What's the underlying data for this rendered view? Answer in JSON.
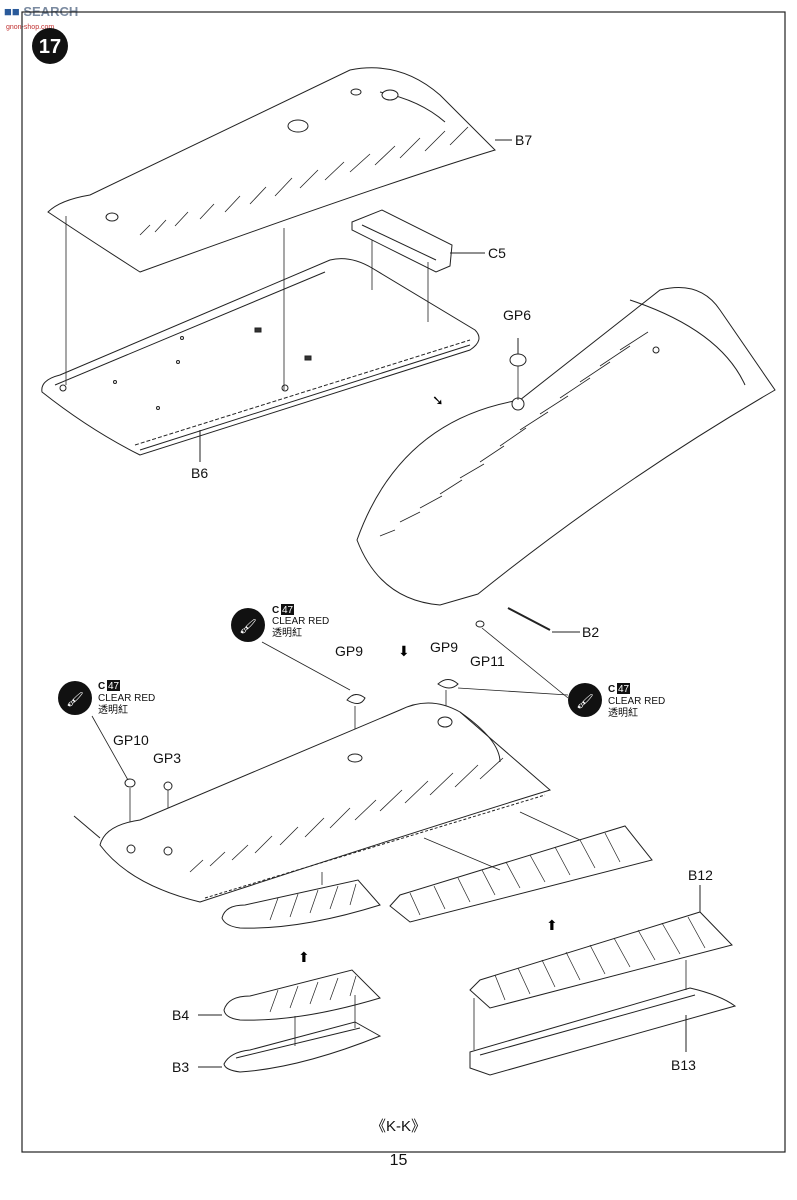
{
  "watermark": {
    "text": "SEARCH",
    "sub": "gnon-shop.com"
  },
  "step": {
    "number": "17"
  },
  "parts": {
    "b7": "B7",
    "c5": "C5",
    "b6": "B6",
    "gp6": "GP6",
    "b2": "B2",
    "gp9a": "GP9",
    "gp9b": "GP9",
    "gp11": "GP11",
    "gp10": "GP10",
    "gp3": "GP3",
    "b12": "B12",
    "b4": "B4",
    "b3": "B3",
    "b13": "B13"
  },
  "paint": {
    "code_prefix": "C",
    "code_num": "47",
    "name": "CLEAR RED",
    "name_cn": "透明紅"
  },
  "caption": "《K-K》",
  "page_number": "15"
}
